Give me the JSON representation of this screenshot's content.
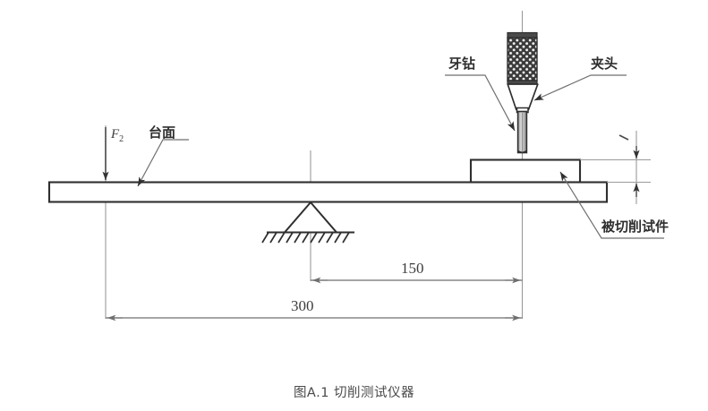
{
  "figure": {
    "caption": "图A.1  切削测试仪器",
    "background_color": "#ffffff",
    "line_color": "#333333",
    "thin_line_color": "#8a8a8a"
  },
  "labels": {
    "drill": "牙钻",
    "chuck": "夹头",
    "table_surface": "台面",
    "workpiece": "被切削试件",
    "force": "F",
    "force_subscript": "2"
  },
  "dimensions": {
    "inner_span": "150",
    "outer_span": "300"
  },
  "parts": [
    {
      "name": "knurled-chuck-body",
      "label": "夹头"
    },
    {
      "name": "dental-drill-bur",
      "label": "牙钻"
    },
    {
      "name": "beam-table",
      "label": "台面"
    },
    {
      "name": "cut-specimen",
      "label": "被切削试件"
    },
    {
      "name": "pivot-support",
      "label": ""
    }
  ]
}
